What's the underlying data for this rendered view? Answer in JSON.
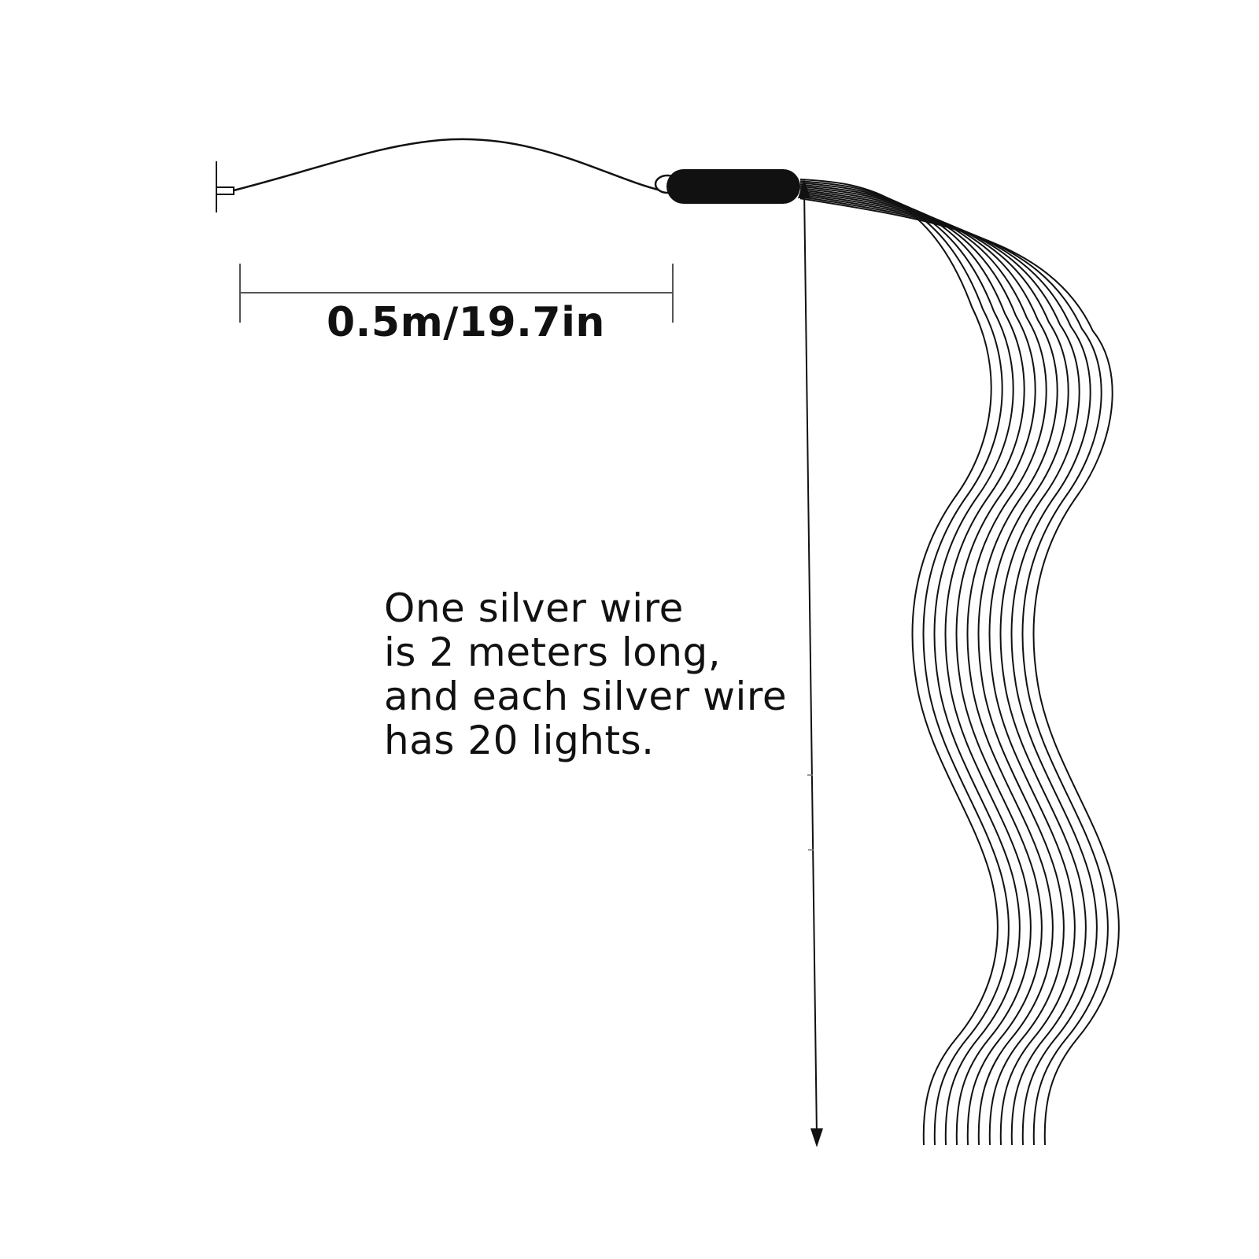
{
  "labels": {
    "lead_length": "0.5m/19.7in",
    "description": [
      "One silver wire",
      "is 2 meters long,",
      "and each silver wire",
      "has 20 lights."
    ]
  },
  "strands": {
    "count": 12
  },
  "colors": {
    "line": "#111111",
    "controller": "#111111",
    "background": "#ffffff"
  }
}
